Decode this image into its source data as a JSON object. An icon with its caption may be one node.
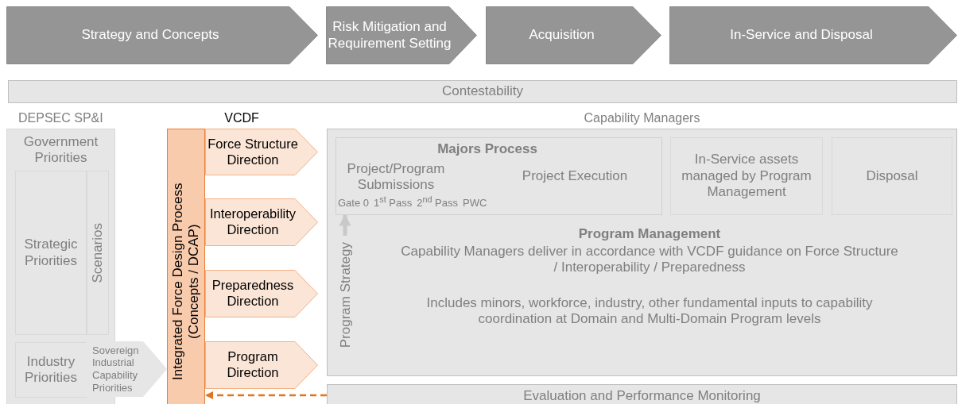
{
  "diagram": {
    "nodes": [
      {
        "text": [
          "Strategy and Concepts"
        ]
      },
      {
        "text": [
          "Risk Mitigation and Requirement Setting"
        ]
      },
      {
        "text": [
          "Acquisition"
        ]
      },
      {
        "text": [
          "In-Service and Disposal"
        ]
      },
      {
        "text": [
          "Contestability"
        ]
      },
      {
        "text": [
          "DEPSEC SP&I",
          "Government Priorities"
        ]
      },
      {
        "text": [
          "Strategic Priorities"
        ],
        "in": 5
      },
      {
        "text": [
          "Scenarios"
        ],
        "in": 5
      },
      {
        "text": [
          "Industry Priorities"
        ],
        "in": 5
      },
      {
        "text": [
          "Sovereign Industrial Capability Priorities"
        ]
      },
      {
        "text": [
          "VCDF",
          "Integrated Force Design Process (Concepts / DCAP)"
        ]
      },
      {
        "text": [
          "Force Structure Direction"
        ]
      },
      {
        "text": [
          "Interoperability Direction"
        ]
      },
      {
        "text": [
          "Preparedness Direction"
        ]
      },
      {
        "text": [
          "Program Direction"
        ]
      },
      {
        "text": [
          "Capability Managers",
          "Program Management",
          "Capability Managers deliver in accordance with VCDF guidance on Force Structure / Interoperability / Preparedness",
          "Includes minors, workforce, industry, other fundamental inputs to capability coordination at Domain and Multi-Domain Program levels"
        ]
      },
      {
        "text": [
          "Majors Process",
          "Project/Program Submissions",
          "Project Execution",
          "Gate 0",
          "1$^{st}$ Pass",
          "2$^{nd}$ Pass",
          "PWC"
        ],
        "in": 15
      },
      {
        "text": [
          "In-Service assets managed by Program Management"
        ],
        "in": 15
      },
      {
        "text": [
          "Disposal"
        ],
        "in": 15
      },
      {
        "text": [
          "Program Strategy"
        ],
        "in": 15
      },
      {
        "text": [
          "Evaluation and Performance Monitoring"
        ]
      }
    ],
    "edges": [
      {
        "from": 19,
        "to": 16,
        "arrow": "to",
        "style": "thick",
        "color": "#c9c9c9"
      },
      {
        "from": 20,
        "to": 10,
        "arrow": "to",
        "style": "dashed",
        "color": "#e2741e"
      }
    ]
  }
}
